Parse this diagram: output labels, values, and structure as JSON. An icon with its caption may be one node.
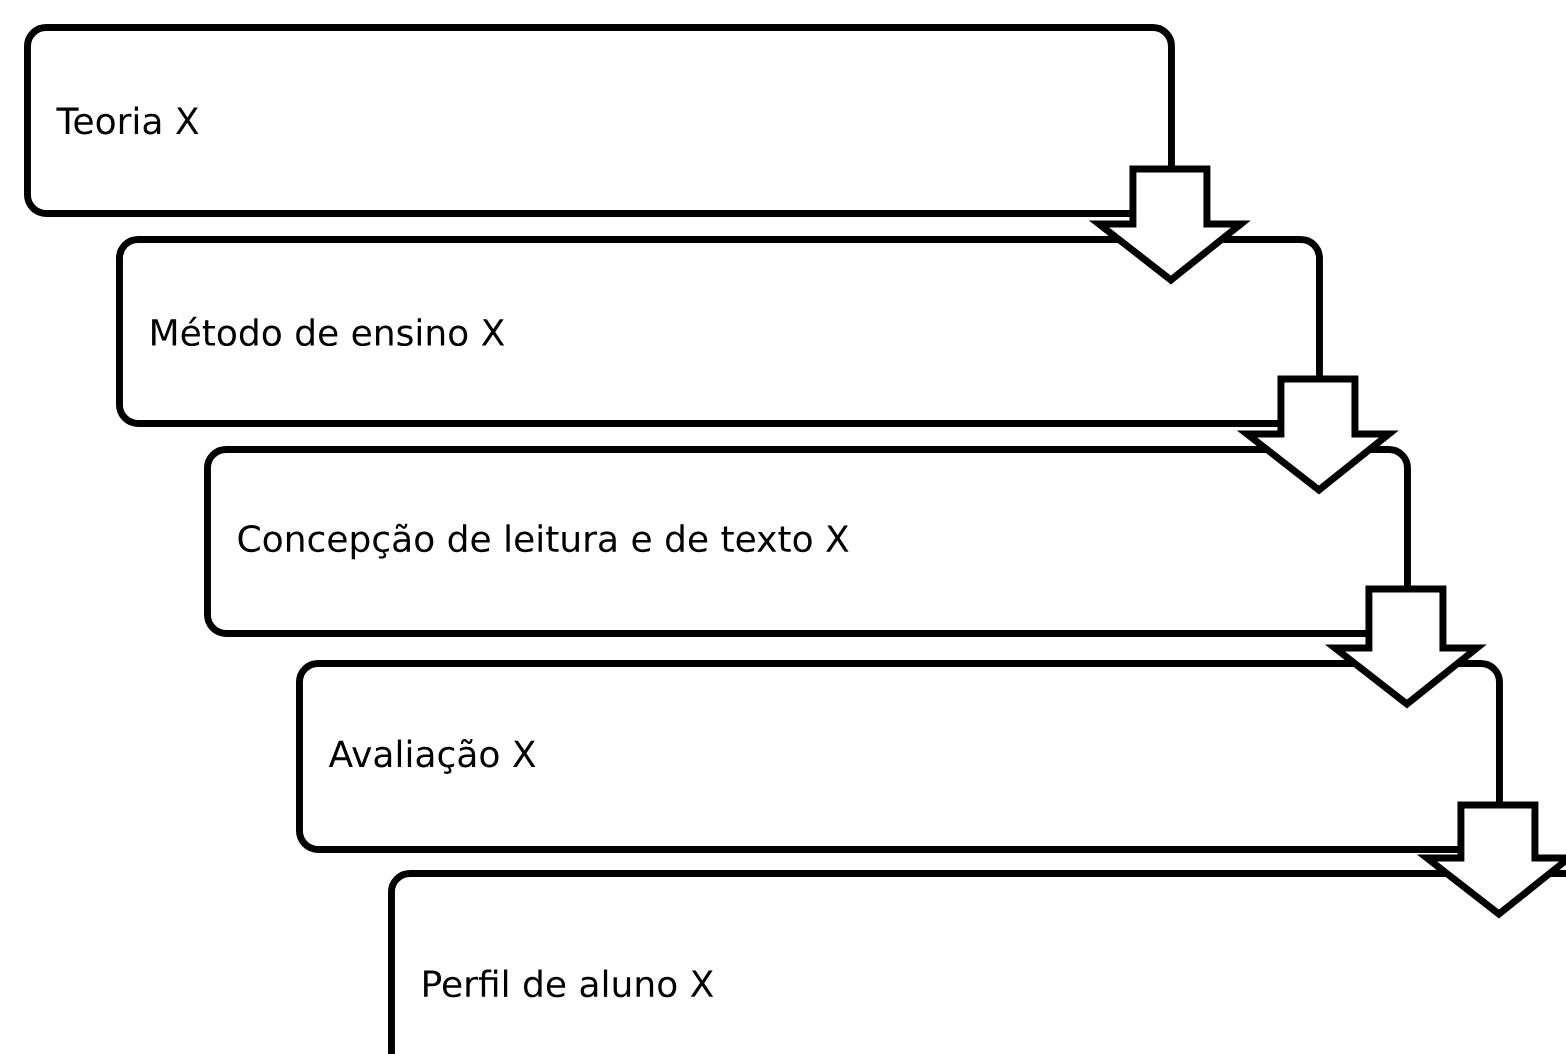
{
  "diagram": {
    "nodes": [
      {
        "text": [
          "Teoria X"
        ]
      },
      {
        "text": [
          "Método de ensino X"
        ]
      },
      {
        "text": [
          "Concepção de leitura e de texto X"
        ]
      },
      {
        "text": [
          "Avaliação X"
        ]
      },
      {
        "text": [
          "Perfil de aluno X"
        ]
      }
    ],
    "edges": [
      {
        "from": 0,
        "to": 1,
        "arrow": "to"
      },
      {
        "from": 1,
        "to": 2,
        "arrow": "to"
      },
      {
        "from": 2,
        "to": 3,
        "arrow": "to"
      },
      {
        "from": 3,
        "to": 4,
        "arrow": "to"
      }
    ]
  }
}
